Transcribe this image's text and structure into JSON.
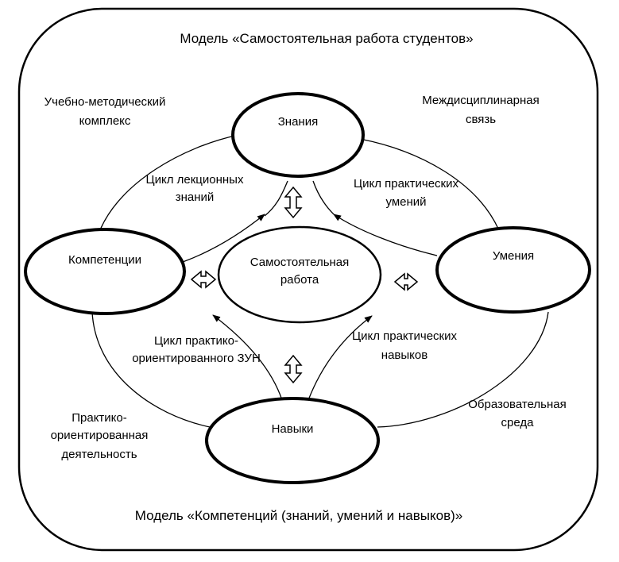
{
  "titles": {
    "top": "Модель «Самостоятельная работа студентов»",
    "bottom": "Модель «Компетенций (знаний, умений и навыков)»"
  },
  "nodes": {
    "znaniya": "Знания",
    "umeniya": "Умения",
    "navyki": "Навыки",
    "kompetencii": "Компетенции",
    "samostoyatelnaya": [
      "Самостоятельная",
      "работа"
    ]
  },
  "corner_labels": {
    "top_left": [
      "Учебно-методический",
      "комплекс"
    ],
    "top_right": [
      "Междисциплинарная",
      "связь"
    ],
    "bottom_left": [
      "Практико-",
      "ориентированная",
      "деятельность"
    ],
    "bottom_right": [
      "Образовательная",
      "среда"
    ]
  },
  "cycle_labels": {
    "lecture": [
      "Цикл лекционных",
      "знаний"
    ],
    "practical_skills_top": [
      "Цикл практических",
      "умений"
    ],
    "practice_oriented": [
      "Цикл практико-",
      "ориентированного ЗУН"
    ],
    "practical_habits": [
      "Цикл практических",
      "навыков"
    ]
  }
}
